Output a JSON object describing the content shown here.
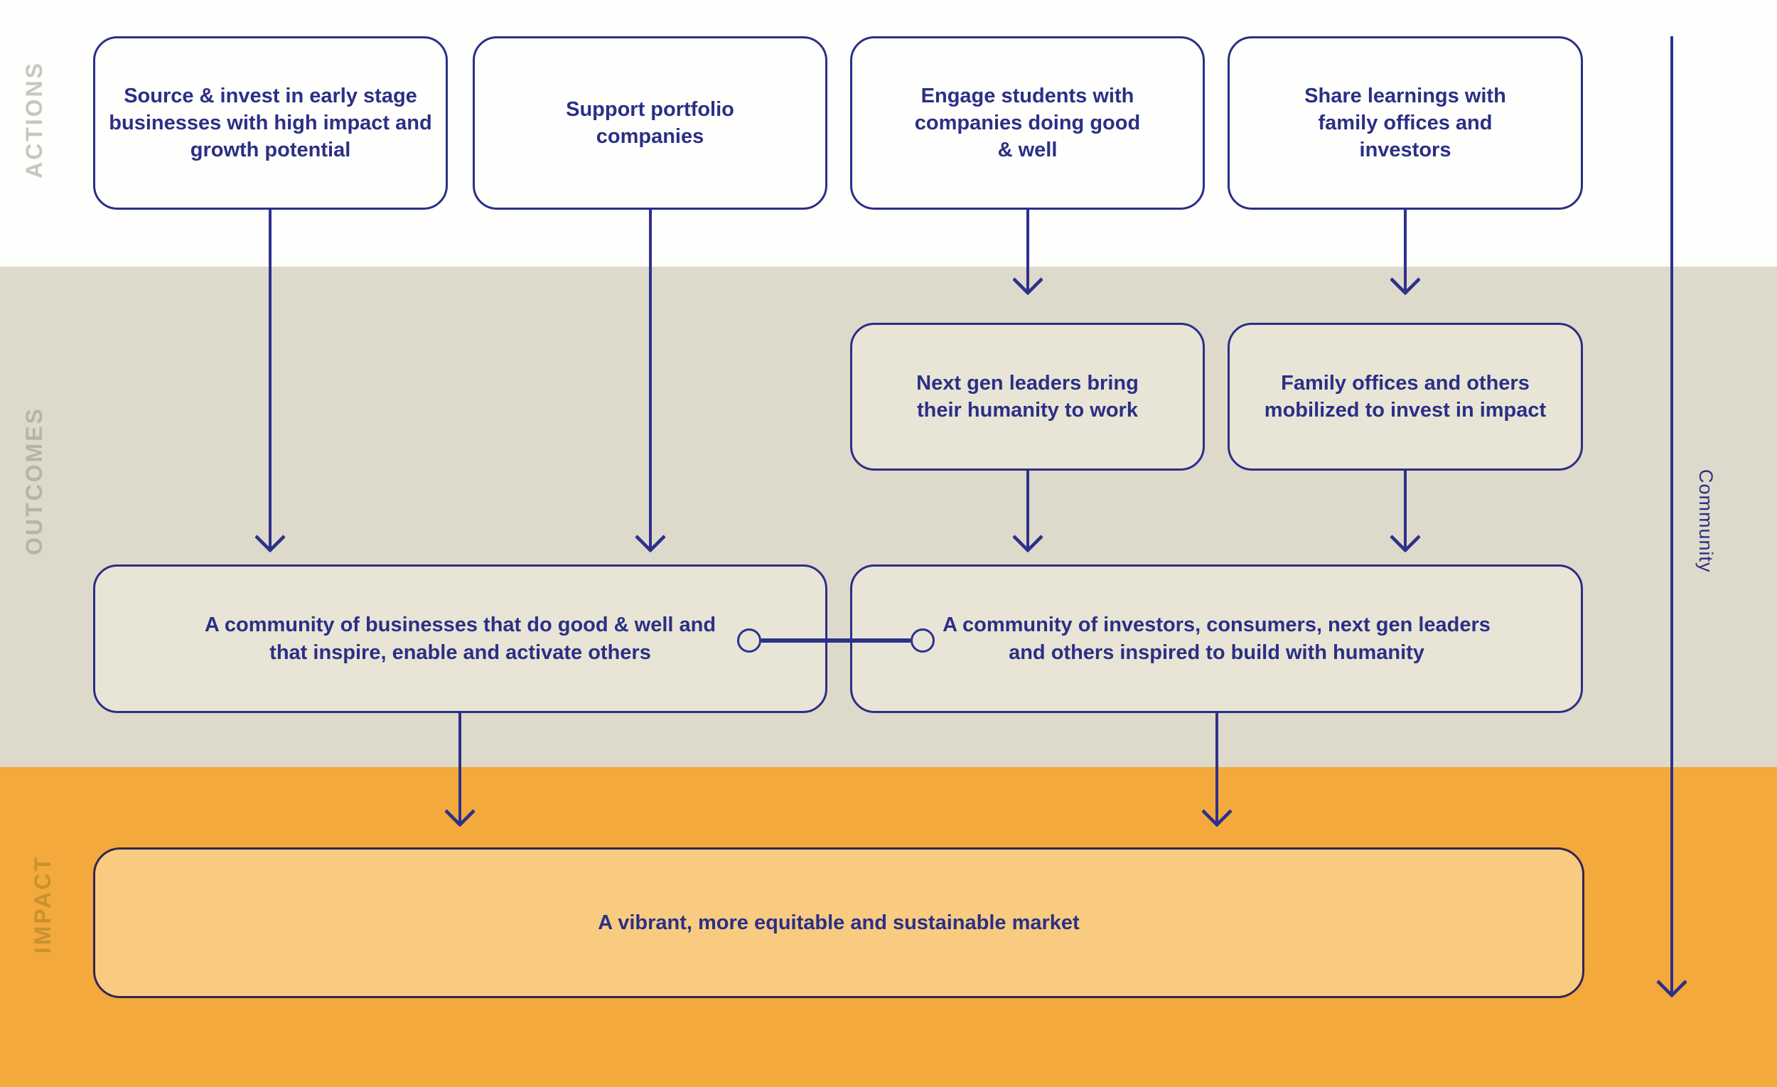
{
  "bands": {
    "actions": {
      "label": "ACTIONS"
    },
    "outcomes": {
      "label": "OUTCOMES"
    },
    "impact": {
      "label": "IMPACT"
    }
  },
  "action_boxes": [
    {
      "text": "Source & invest in early stage businesses with high impact and growth potential"
    },
    {
      "text": "Support portfolio companies"
    },
    {
      "text": "Engage students with companies doing good & well"
    },
    {
      "text": "Share learnings with family offices and investors"
    }
  ],
  "outcome_mid_boxes": [
    {
      "text": "Next gen leaders bring their humanity to work"
    },
    {
      "text": "Family offices and others mobilized to invest in impact"
    }
  ],
  "outcome_big_boxes": [
    {
      "text": "A community of businesses that do good & well and that inspire, enable and activate others"
    },
    {
      "text": "A community of investors, consumers, next gen leaders and others inspired to build with humanity"
    }
  ],
  "impact_box": {
    "text": "A vibrant, more equitable and sustainable market"
  },
  "side_label": {
    "text": "Community"
  },
  "colors": {
    "navy": "#2b2f85",
    "arrow": "#2d318c",
    "band-actions-bg": "#fefefd",
    "band-outcomes-bg": "#dedacb",
    "band-impact-bg": "#f3a93b",
    "outcome-box-bg": "#e8e5d7",
    "impact-box-bg": "#f8cb81",
    "impact-box-border": "#342553",
    "label-actions": "#c7c6c2",
    "label-outcomes": "#b7b4a6",
    "label-impact": "#c9922f"
  }
}
